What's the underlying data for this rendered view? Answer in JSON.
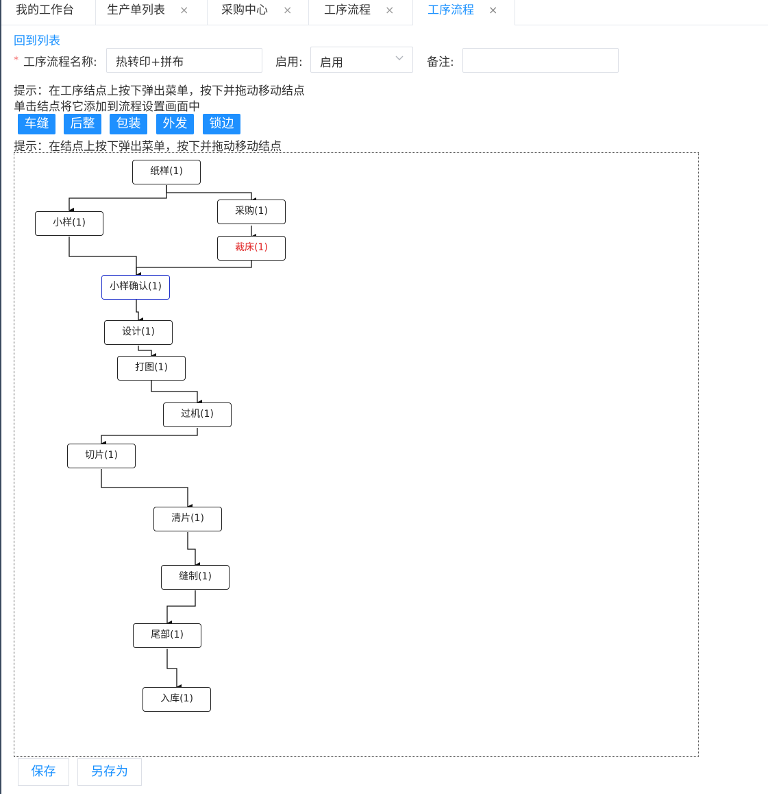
{
  "tabs": [
    {
      "label": "我的工作台",
      "closable": false
    },
    {
      "label": "生产单列表",
      "closable": true
    },
    {
      "label": "采购中心",
      "closable": true
    },
    {
      "label": "工序流程",
      "closable": true
    },
    {
      "label": "工序流程",
      "closable": true,
      "active": true
    }
  ],
  "close_glyph": "×",
  "back_link": "回到列表",
  "form": {
    "required_mark": "*",
    "name_label": "工序流程名称:",
    "name_value": "热转印+拼布",
    "enable_label": "启用:",
    "enable_value": "启用",
    "remark_label": "备注:",
    "remark_value": ""
  },
  "hints": {
    "line1": "提示：在工序结点上按下弹出菜单，按下并拖动移动结点",
    "line2": "单击结点将它添加到流程设置画面中",
    "line3": "提示：在结点上按下弹出菜单，按下并拖动移动结点"
  },
  "process_buttons": [
    "车缝",
    "后整",
    "包装",
    "外发",
    "锁边"
  ],
  "flow_nodes": {
    "zhiyang": "纸样(1)",
    "xiaoyang": "小样(1)",
    "caigou": "采购(1)",
    "caichuang": "裁床(1)",
    "queren": "小样确认(1)",
    "sheji": "设计(1)",
    "datu": "打图(1)",
    "guoji": "过机(1)",
    "qiepian": "切片(1)",
    "qingpian": "清片(1)",
    "fengzhi": "缝制(1)",
    "weibu": "尾部(1)",
    "ruku": "入库(1)"
  },
  "footer": {
    "save": "保存",
    "save_as": "另存为"
  },
  "colors": {
    "accent": "#1890ff",
    "button_blue": "#1e90ff",
    "highlight_text": "#e02020",
    "selected_border": "#2233cc"
  }
}
